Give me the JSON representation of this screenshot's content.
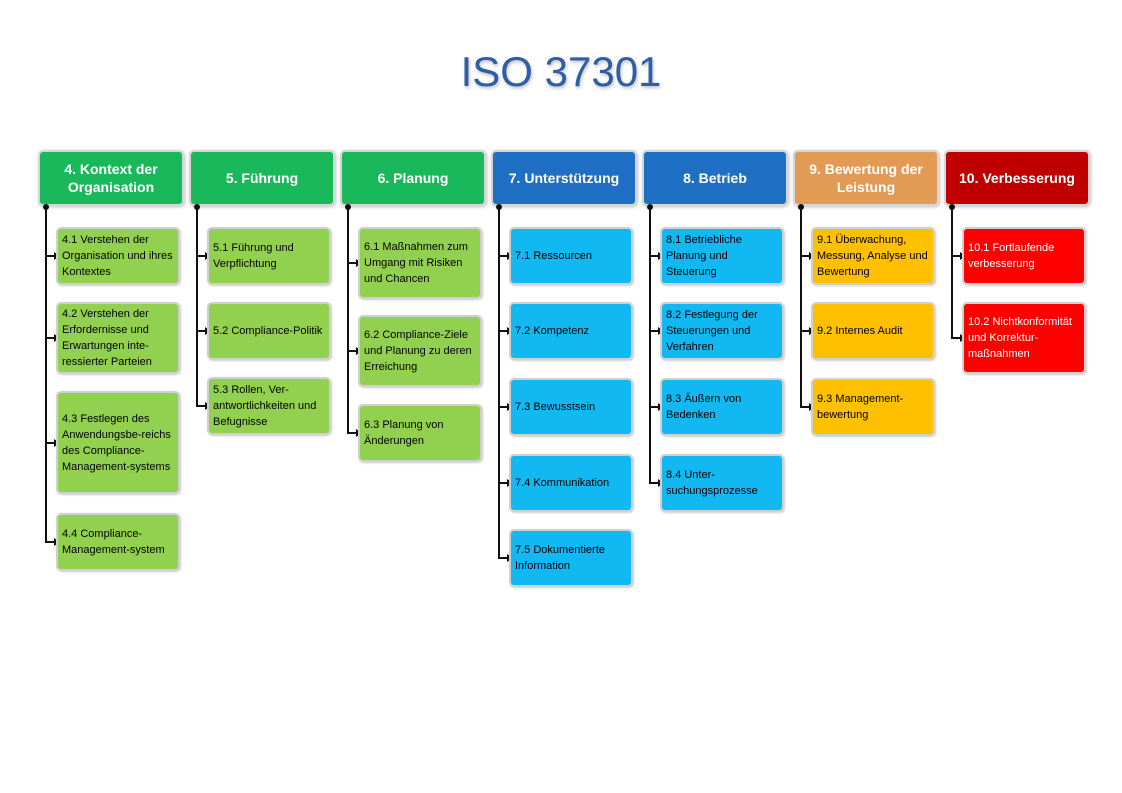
{
  "title": "ISO 37301",
  "colors": {
    "green_head": "#19b85a",
    "green_item": "#92d050",
    "blue_head": "#1f6fc4",
    "blue_item": "#12b8f2",
    "orange_head": "#e29a55",
    "yellow_item": "#ffc000",
    "red_head": "#c00000",
    "red_item": "#ff0000"
  },
  "columns": [
    {
      "head": "4. Kontext der Organisation",
      "items": [
        "4.1 Verstehen der Organisation und ihres Kontextes",
        "4.2 Verstehen der Erfordernisse und Erwartungen inte-ressierter Parteien",
        "4.3 Festlegen des Anwendungsbe-reichs des Compliance-Management-systems",
        "4.4 Compliance-Management-system"
      ]
    },
    {
      "head": "5. Führung",
      "items": [
        "5.1 Führung und Verpflichtung",
        "5.2 Compliance-Politik",
        "5.3 Rollen, Ver-antwortlichkeiten und Befugnisse"
      ]
    },
    {
      "head": "6. Planung",
      "items": [
        "6.1 Maßnahmen zum Umgang mit Risiken und Chancen",
        "6.2 Compliance-Ziele und Planung zu deren Erreichung",
        "6.3 Planung von Änderungen"
      ]
    },
    {
      "head": "7. Unterstützung",
      "items": [
        "7.1 Ressourcen",
        "7.2 Kompetenz",
        "7.3 Bewusstsein",
        "7.4 Kommunikation",
        "7.5 Dokumentierte Information"
      ]
    },
    {
      "head": "8. Betrieb",
      "items": [
        "8.1 Betriebliche Planung und Steuerung",
        "8.2 Festlegung der Steuerungen und Verfahren",
        "8.3 Äußern von Bedenken",
        "8.4 Unter-suchungsprozesse"
      ]
    },
    {
      "head": "9. Bewertung der Leistung",
      "items": [
        "9.1 Überwachung, Messung, Analyse und Bewertung",
        "9.2 Internes Audit",
        "9.3 Management-bewertung"
      ]
    },
    {
      "head": "10. Verbesserung",
      "items": [
        "10.1 Fortlaufende verbesserung",
        "10.2 Nichtkonformität und Korrektur-maßnahmen"
      ]
    }
  ]
}
